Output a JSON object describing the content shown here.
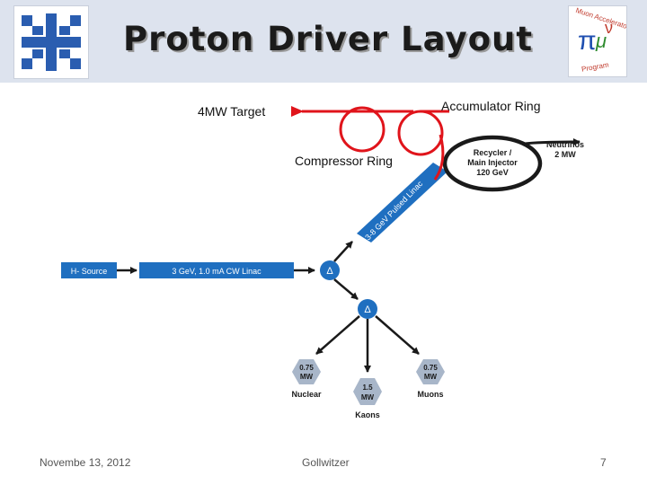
{
  "slide": {
    "title": "Proton Driver Layout",
    "footer_date": "Novembe 13, 2012",
    "footer_author": "Gollwitzer",
    "page_number": "7"
  },
  "logos": {
    "left": "fermilab-logo",
    "right": {
      "name": "muon-accelerator-program-logo",
      "top_text": "Muon Accelerator",
      "bottom_text": "Program"
    }
  },
  "annotations": {
    "target": "4MW Target",
    "accumulator": "Accumulator Ring",
    "compressor": "Compressor Ring"
  },
  "diagram": {
    "source": "H- Source",
    "linac": "3 GeV, 1.0 mA CW Linac",
    "pulsed_linac": "3-8 GeV Pulsed Linac",
    "splitter_symbol": "Δ",
    "recycler_line1": "Recycler /",
    "recycler_line2": "Main Injector",
    "recycler_line3": "120 GeV",
    "neutrinos_line1": "Neutrinos",
    "neutrinos_line2": "2 MW",
    "nuclear_power_1": "0.75",
    "nuclear_power_2": "MW",
    "nuclear_label": "Nuclear",
    "kaons_power_1": "1.5",
    "kaons_power_2": "MW",
    "kaons_label": "Kaons",
    "muons_power_1": "0.75",
    "muons_power_2": "MW",
    "muons_label": "Muons"
  },
  "colors": {
    "blue": "#1f6fc0",
    "red": "#e0141b",
    "dark": "#1a1a1a",
    "hex": "#a8b6c9",
    "header": "#dde3ee"
  }
}
